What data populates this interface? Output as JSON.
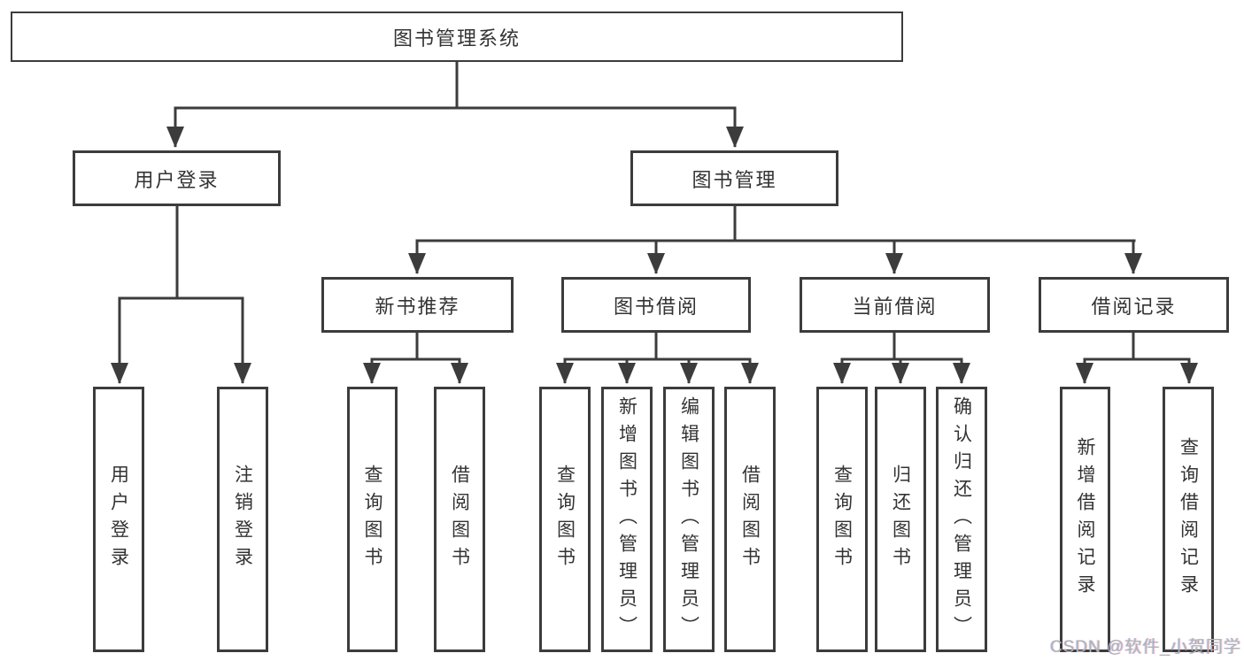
{
  "diagram_title": "图书管理系统",
  "watermark": "CSDN @软件_小贺同学",
  "colors": {
    "line": "#3c3c3c",
    "text": "#333333",
    "background": "#ffffff",
    "watermark": "#afb2b7"
  },
  "tree": {
    "root": {
      "label": "图书管理系统"
    },
    "branches": [
      {
        "label": "用户登录",
        "children": [
          {
            "label": "用户登录"
          },
          {
            "label": "注销登录"
          }
        ]
      },
      {
        "label": "图书管理",
        "children": [
          {
            "label": "新书推荐",
            "children": [
              {
                "label": "查询图书"
              },
              {
                "label": "借阅图书"
              }
            ]
          },
          {
            "label": "图书借阅",
            "children": [
              {
                "label": "查询图书"
              },
              {
                "label": "新增图书（管理员）"
              },
              {
                "label": "编辑图书（管理员）"
              },
              {
                "label": "借阅图书"
              }
            ]
          },
          {
            "label": "当前借阅",
            "children": [
              {
                "label": "查询图书"
              },
              {
                "label": "归还图书"
              },
              {
                "label": "确认归还（管理员）"
              }
            ]
          },
          {
            "label": "借阅记录",
            "children": [
              {
                "label": "新增借阅记录"
              },
              {
                "label": "查询借阅记录"
              }
            ]
          }
        ]
      }
    ]
  }
}
